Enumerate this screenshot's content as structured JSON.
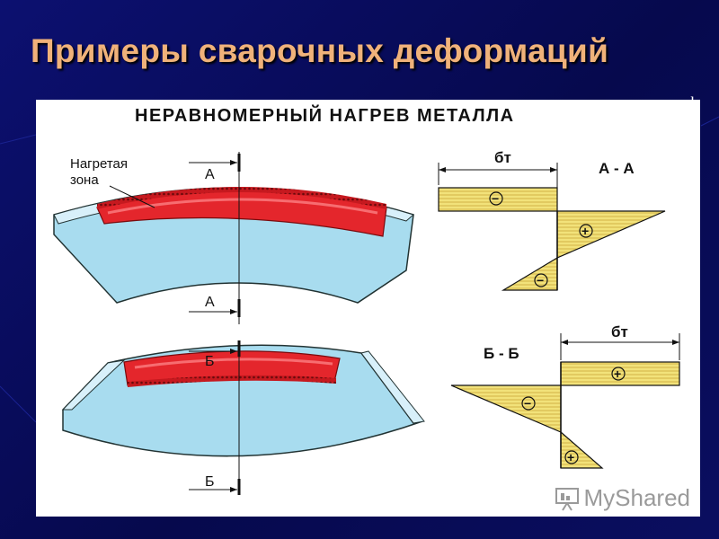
{
  "slide": {
    "title": "Примеры сварочных деформаций"
  },
  "figure": {
    "heading": "НЕРАВНОМЕРНЫЙ НАГРЕВ МЕТАЛЛА",
    "heated_zone_label_line1": "Нагретая",
    "heated_zone_label_line2": "зона",
    "section_a": "А",
    "section_b": "Б",
    "diagram_aa_title": "А - А",
    "diagram_bb_title": "Б - Б",
    "dimension_label": "бт",
    "minus_sign": "−",
    "plus_sign": "+"
  },
  "watermark": {
    "text": "MyShared"
  },
  "colors": {
    "background": "#0a0e60",
    "title": "#f0b27a",
    "plate": "#a8dcef",
    "heated_zone": "#e4262c",
    "stress": "#f2e27a"
  }
}
